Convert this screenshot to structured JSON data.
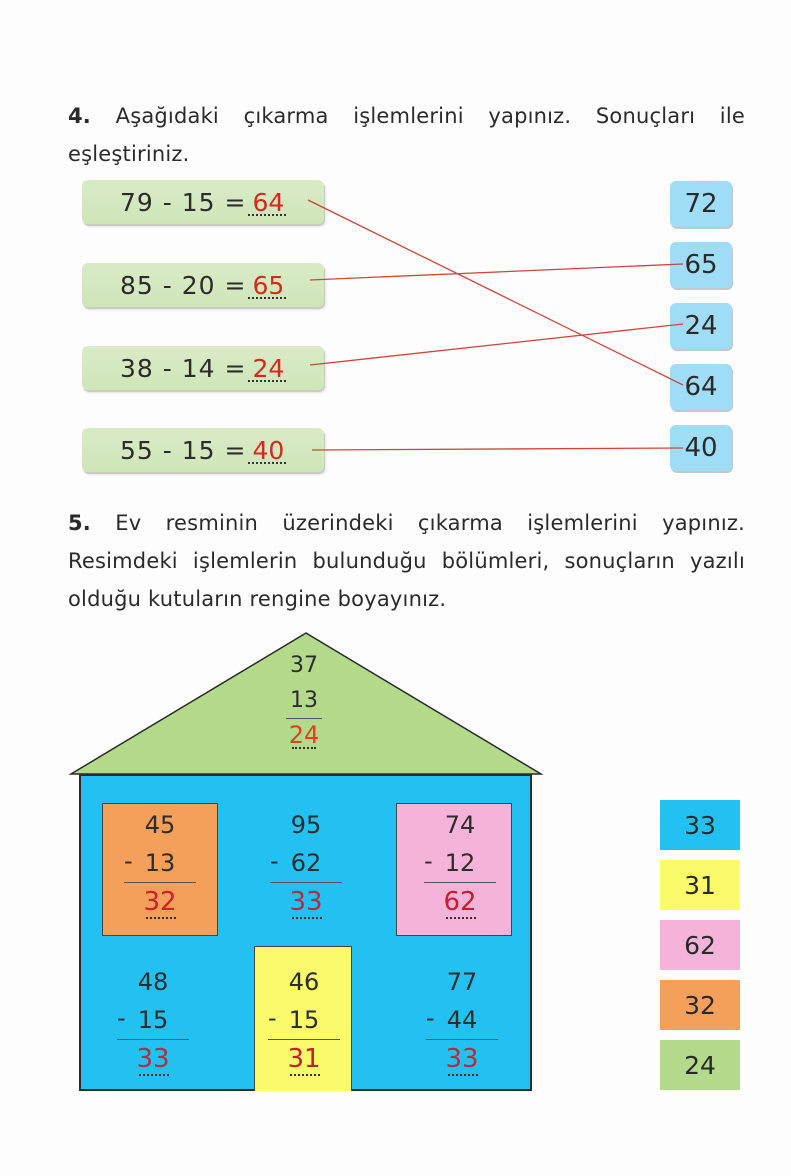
{
  "colors": {
    "eq_box": "#d3e8be",
    "option_box": "#9fdcf5",
    "answer_red": "#d42a1e",
    "match_line": "#d0443a",
    "roof_green": "#b3d98a",
    "house_blue": "#22c1f1",
    "orange": "#f5a05a",
    "pink": "#f6b3d9",
    "yellow": "#fafa6a"
  },
  "q4": {
    "number": "4.",
    "text": "Aşağıdaki çıkarma işlemlerini yapınız. Sonuçları ile eşleştiriniz.",
    "equations": [
      {
        "expr": "79 - 15 =",
        "answer": "64",
        "matches_option_index": 3
      },
      {
        "expr": "85 - 20 =",
        "answer": "65",
        "matches_option_index": 1
      },
      {
        "expr": "38 - 14 =",
        "answer": "24",
        "matches_option_index": 2
      },
      {
        "expr": "55 - 15 =",
        "answer": "40",
        "matches_option_index": 4
      }
    ],
    "options": [
      "72",
      "65",
      "24",
      "64",
      "40"
    ]
  },
  "q5": {
    "number": "5.",
    "text": "Ev resminin üzerindeki çıkarma işlemlerini yapınız. Resimdeki işlemlerin bulunduğu bölümleri, sonuçların yazılı olduğu kutuların rengine boyayınız.",
    "roof": {
      "a": "37",
      "b": "13",
      "result": "24",
      "color": "#b3d98a"
    },
    "house_ops": [
      {
        "a": "45",
        "minus": "-",
        "b": "13",
        "result": "32",
        "region": "orange-window"
      },
      {
        "a": "95",
        "minus": "-",
        "b": "62",
        "result": "33",
        "region": "wall"
      },
      {
        "a": "74",
        "minus": "-",
        "b": "12",
        "result": "62",
        "region": "pink-window"
      },
      {
        "a": "48",
        "minus": "-",
        "b": "15",
        "result": "33",
        "region": "wall"
      },
      {
        "a": "46",
        "minus": "-",
        "b": "15",
        "result": "31",
        "region": "yellow-door"
      },
      {
        "a": "77",
        "minus": "-",
        "b": "44",
        "result": "33",
        "region": "wall"
      }
    ],
    "color_key": [
      {
        "value": "33",
        "color": "#22c1f1"
      },
      {
        "value": "31",
        "color": "#fafa6a"
      },
      {
        "value": "62",
        "color": "#f6b3d9"
      },
      {
        "value": "32",
        "color": "#f5a05a"
      },
      {
        "value": "24",
        "color": "#b3d98a"
      }
    ]
  }
}
